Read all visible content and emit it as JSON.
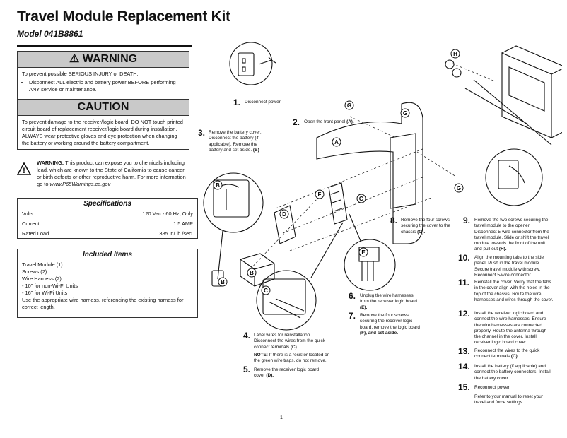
{
  "title": "Travel Module Replacement Kit",
  "model": "Model 041B8861",
  "warning": {
    "heading": "WARNING",
    "line1": "To prevent possible SERIOUS INJURY or DEATH:",
    "bullet": "Disconnect ALL electric and battery power BEFORE performing ANY service or maintenance."
  },
  "caution": {
    "heading": "CAUTION",
    "line1": "To prevent damage to the receiver/logic board, DO NOT touch printed circuit board of replacement receiver/logic board during installation.",
    "line2": "ALWAYS wear protective gloves and eye protection when changing the battery or working around the battery compartment."
  },
  "p65": {
    "bold": "WARNING:",
    "text": " This product can expose you to chemicals including lead, which are known to the State of California to cause cancer or birth defects or other reproductive harm. For more information go to ",
    "link": "www.P65Warnings.ca.gov"
  },
  "specs": {
    "title": "Specifications",
    "rows": [
      {
        "label": "Volts",
        "value": "120 Vac - 60 Hz, Only"
      },
      {
        "label": "Current",
        "value": "1.5 AMP"
      },
      {
        "label": "Rated Load",
        "value": "385 in/ lb./sec."
      }
    ]
  },
  "included": {
    "title": "Included Items",
    "lines": [
      "Travel Module (1)",
      "Screws (2)",
      "Wire Harness (2)",
      "- 10\" for non-Wi-Fi Units",
      "- 16\" for Wi-Fi Units",
      "Use the appropriate wire harness, referencing the existing harness for correct length."
    ]
  },
  "steps": [
    {
      "num": "1.",
      "text": "Disconnect power."
    },
    {
      "num": "2.",
      "text": "Open the front panel",
      "ref": "(A)."
    },
    {
      "num": "3.",
      "text": "Remove the battery cover. Disconnect the battery (if applicable). Remove the battery and set aside.",
      "ref": "(B)"
    },
    {
      "num": "4.",
      "text": "Label wires for reinstallation. Disconnect the wires from the quick connect terminals",
      "ref": "(C).",
      "note_label": "NOTE:",
      "note": " If there is a resistor located on the green wire traps, do not remove."
    },
    {
      "num": "5.",
      "text": "Remove the receiver logic board cover",
      "ref": "(D)."
    },
    {
      "num": "6.",
      "text": "Unplug the wire harnesses from the receiver logic board",
      "ref": "(E)."
    },
    {
      "num": "7.",
      "text": "Remove the four screws securing the receiver logic board, remove the logic board",
      "ref": "(F), and set aside."
    },
    {
      "num": "8.",
      "text": "Remove the four screws securing the cover to the chassis",
      "ref": "(G)."
    },
    {
      "num": "9.",
      "text": "Remove the two screws securing the travel module to the opener. Disconnect 5-wire connector from the travel module. Slide or shift the travel module towards the front of the unit and pull out",
      "ref": "(H)."
    },
    {
      "num": "10.",
      "text": "Align the mounting tabs to the side panel. Push in the travel module. Secure travel module with screw. Reconnect 5-wire connector."
    },
    {
      "num": "11.",
      "text": "Reinstall the cover. Verify that the tabs in the cover align with the holes in the top of the chassis. Route the wire harnesses and wires through the cover."
    },
    {
      "num": "12.",
      "text": "Install the receiver logic board and connect the wire harnesses. Ensure the wire harnesses are connected properly. Route the antenna through the channel in the cover. Install receiver logic board cover."
    },
    {
      "num": "13.",
      "text": "Reconnect the wires to the quick connect terminals",
      "ref": "(C)."
    },
    {
      "num": "14.",
      "text": "Install the battery (if applicable) and connect the battery connectors. Install the battery cover."
    },
    {
      "num": "15.",
      "text": "Reconnect power."
    },
    {
      "num": "",
      "text": "Refer to your manual to reset your travel and force settings."
    }
  ],
  "callouts": [
    "A",
    "B",
    "C",
    "D",
    "E",
    "F",
    "G",
    "H"
  ],
  "page_number": "1"
}
